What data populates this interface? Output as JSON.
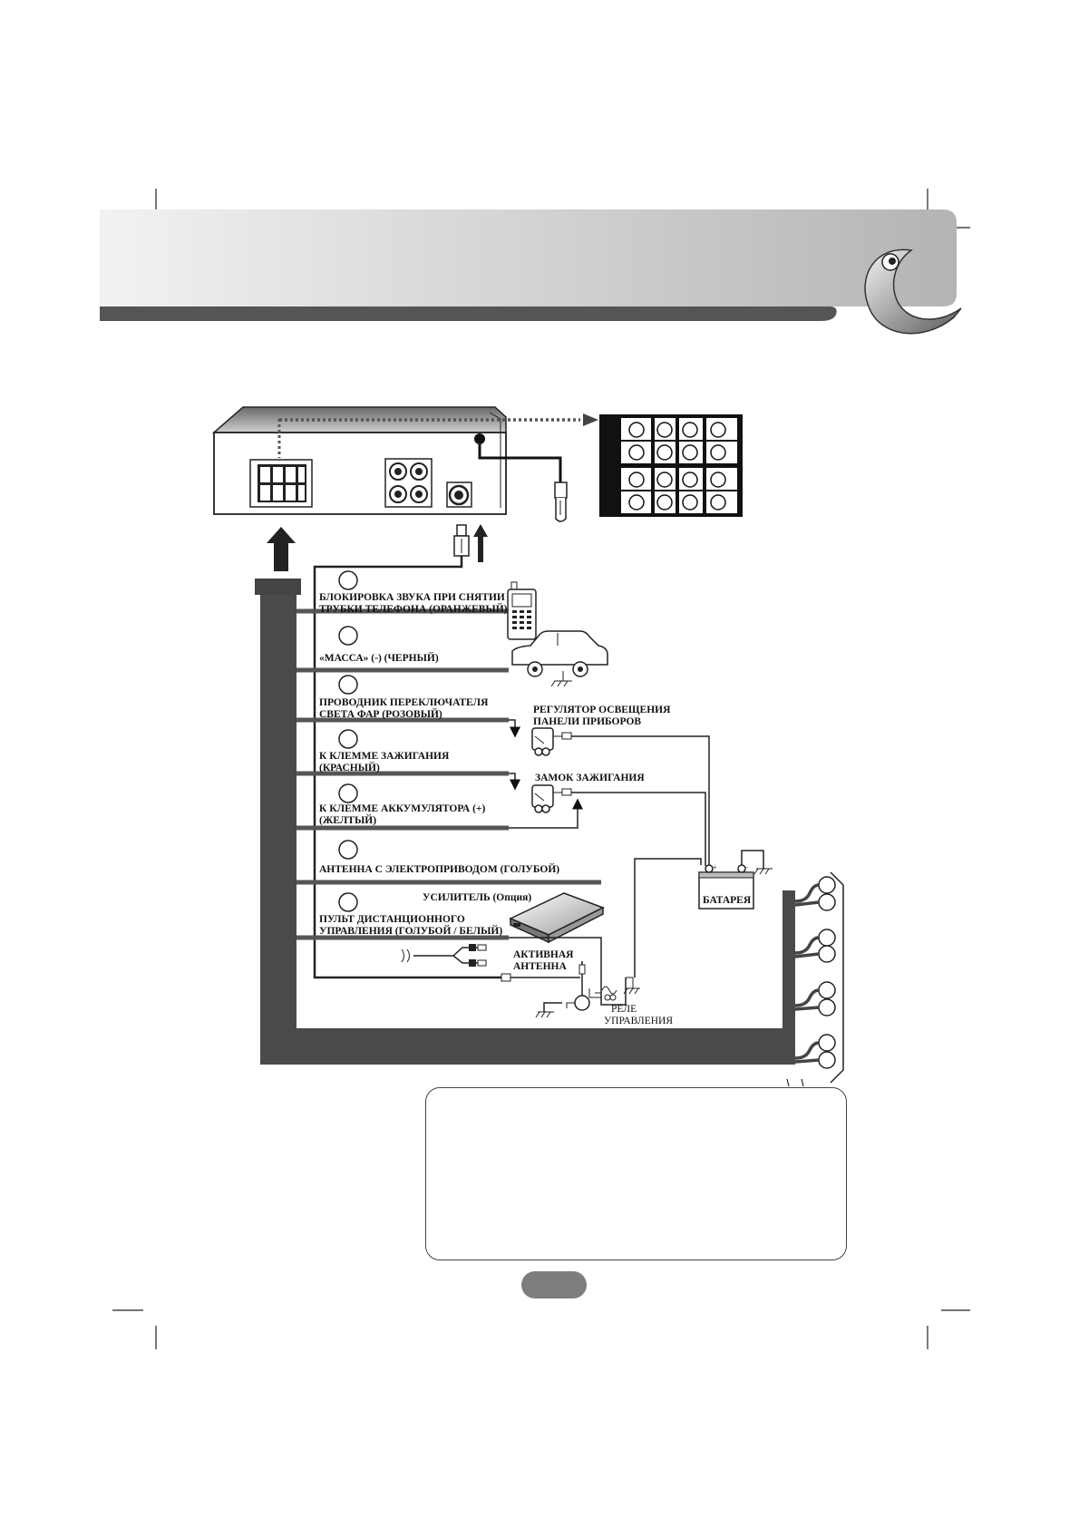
{
  "colors": {
    "harness": "#4a4a4a",
    "header_gradient_start": "#efefef",
    "header_gradient_end": "#b9b9b9",
    "header_bar": "#555555",
    "page_pill": "#7d7d7d"
  },
  "wires": [
    {
      "lines": [
        "БЛОКИРОВКА ЗВУКА ПРИ СНЯТИИ",
        "ТРУБКИ ТЕЛЕФОНА (ОРАНЖЕВЫЙ)"
      ],
      "icon": "mobile-phone-icon"
    },
    {
      "lines": [
        "«МАССА» (-) (ЧЕРНЫЙ)"
      ],
      "icon": "car-icon"
    },
    {
      "lines": [
        "ПРОВОДНИК ПЕРЕКЛЮЧАТЕЛЯ",
        "СВЕТА ФАР (РОЗОВЫЙ)"
      ],
      "icon": "dimmer-switch-icon"
    },
    {
      "lines": [
        "К КЛЕММЕ ЗАЖИГАНИЯ",
        "(КРАСНЫЙ)"
      ],
      "icon": "fuse-icon"
    },
    {
      "lines": [
        "К КЛЕММЕ АККУМУЛЯТОРА (+)",
        "(ЖЕЛТЫЙ)"
      ],
      "icon": "ignition-lock-icon"
    },
    {
      "lines": [
        "АНТЕННА С ЭЛЕКТРОПРИВОДОМ (ГОЛУБОЙ)"
      ],
      "icon": "antenna-icon"
    },
    {
      "lines": [
        "ПУЛЬТ ДИСТАНЦИОННОГО",
        "УПРАВЛЕНИЯ (ГОЛУБОЙ / БЕЛЫЙ)"
      ],
      "icon": "amplifier-icon"
    }
  ],
  "components": {
    "dimmer": [
      "РЕГУЛЯТОР ОСВЕЩЕНИЯ",
      "ПАНЕЛИ ПРИБОРОВ"
    ],
    "ignition": "ЗАМОК ЗАЖИГАНИЯ",
    "battery": "БАТАРЕЯ",
    "amplifier": "УСИЛИТЕЛЬ (Опция)",
    "active_antenna": [
      "АКТИВНАЯ",
      "АНТЕННА"
    ],
    "relay": [
      "РЕЛЕ",
      "УПРАВЛЕНИЯ"
    ]
  }
}
